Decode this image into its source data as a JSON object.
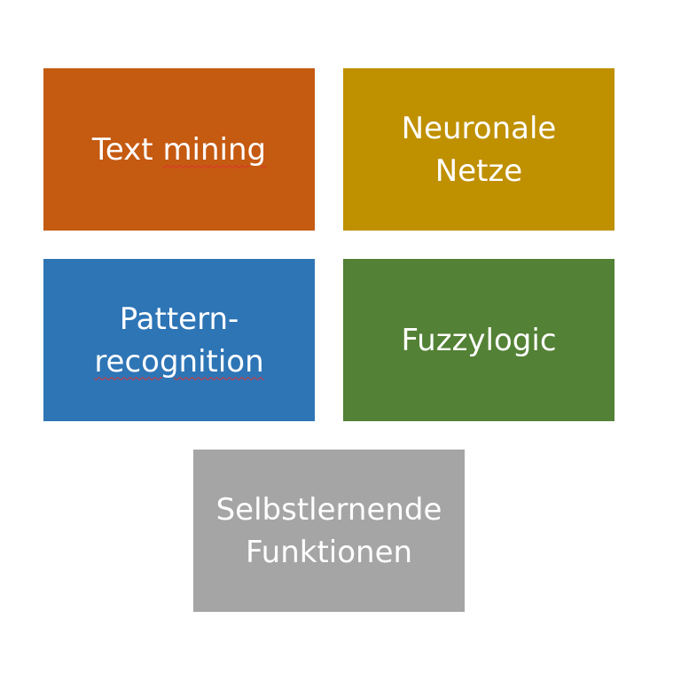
{
  "boxes": [
    {
      "id": "text-mining",
      "lines": [
        "Text mining"
      ],
      "color": "#C55A11"
    },
    {
      "id": "neuronale-netze",
      "lines": [
        "Neuronale",
        "Netze"
      ],
      "color": "#BF9000"
    },
    {
      "id": "pattern-recognition",
      "lines": [
        "Pattern-",
        "recognition"
      ],
      "color": "#2E75B6"
    },
    {
      "id": "fuzzylogic",
      "lines": [
        "Fuzzylogic"
      ],
      "color": "#538135"
    },
    {
      "id": "selbstlernende-funktionen",
      "lines": [
        "Selbstlernende",
        "Funktionen"
      ],
      "color": "#A5A5A5"
    }
  ]
}
